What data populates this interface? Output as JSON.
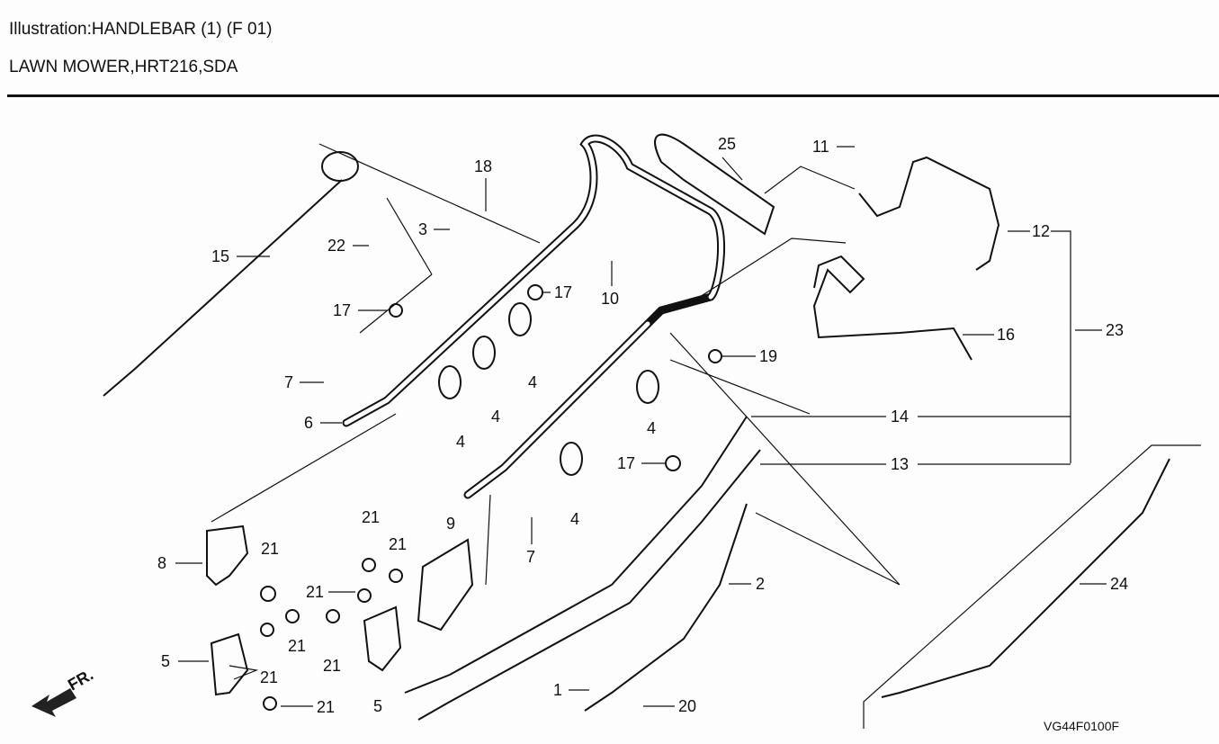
{
  "header": {
    "title": "Illustration:HANDLEBAR (1) (F  01)",
    "subtitle": "LAWN MOWER,HRT216,SDA"
  },
  "diagram": {
    "callouts": [
      "25",
      "11",
      "12",
      "23",
      "16",
      "19",
      "14",
      "13",
      "2",
      "24",
      "20",
      "1",
      "18",
      "3",
      "22",
      "15",
      "17",
      "17",
      "10",
      "7",
      "6",
      "4",
      "4",
      "4",
      "4",
      "4",
      "17",
      "7",
      "21",
      "9",
      "21",
      "21",
      "8",
      "21",
      "21",
      "21",
      "21",
      "5",
      "5",
      "21",
      "21"
    ],
    "front_marker": "FR.",
    "drawing_code": "VG44F0100F"
  }
}
